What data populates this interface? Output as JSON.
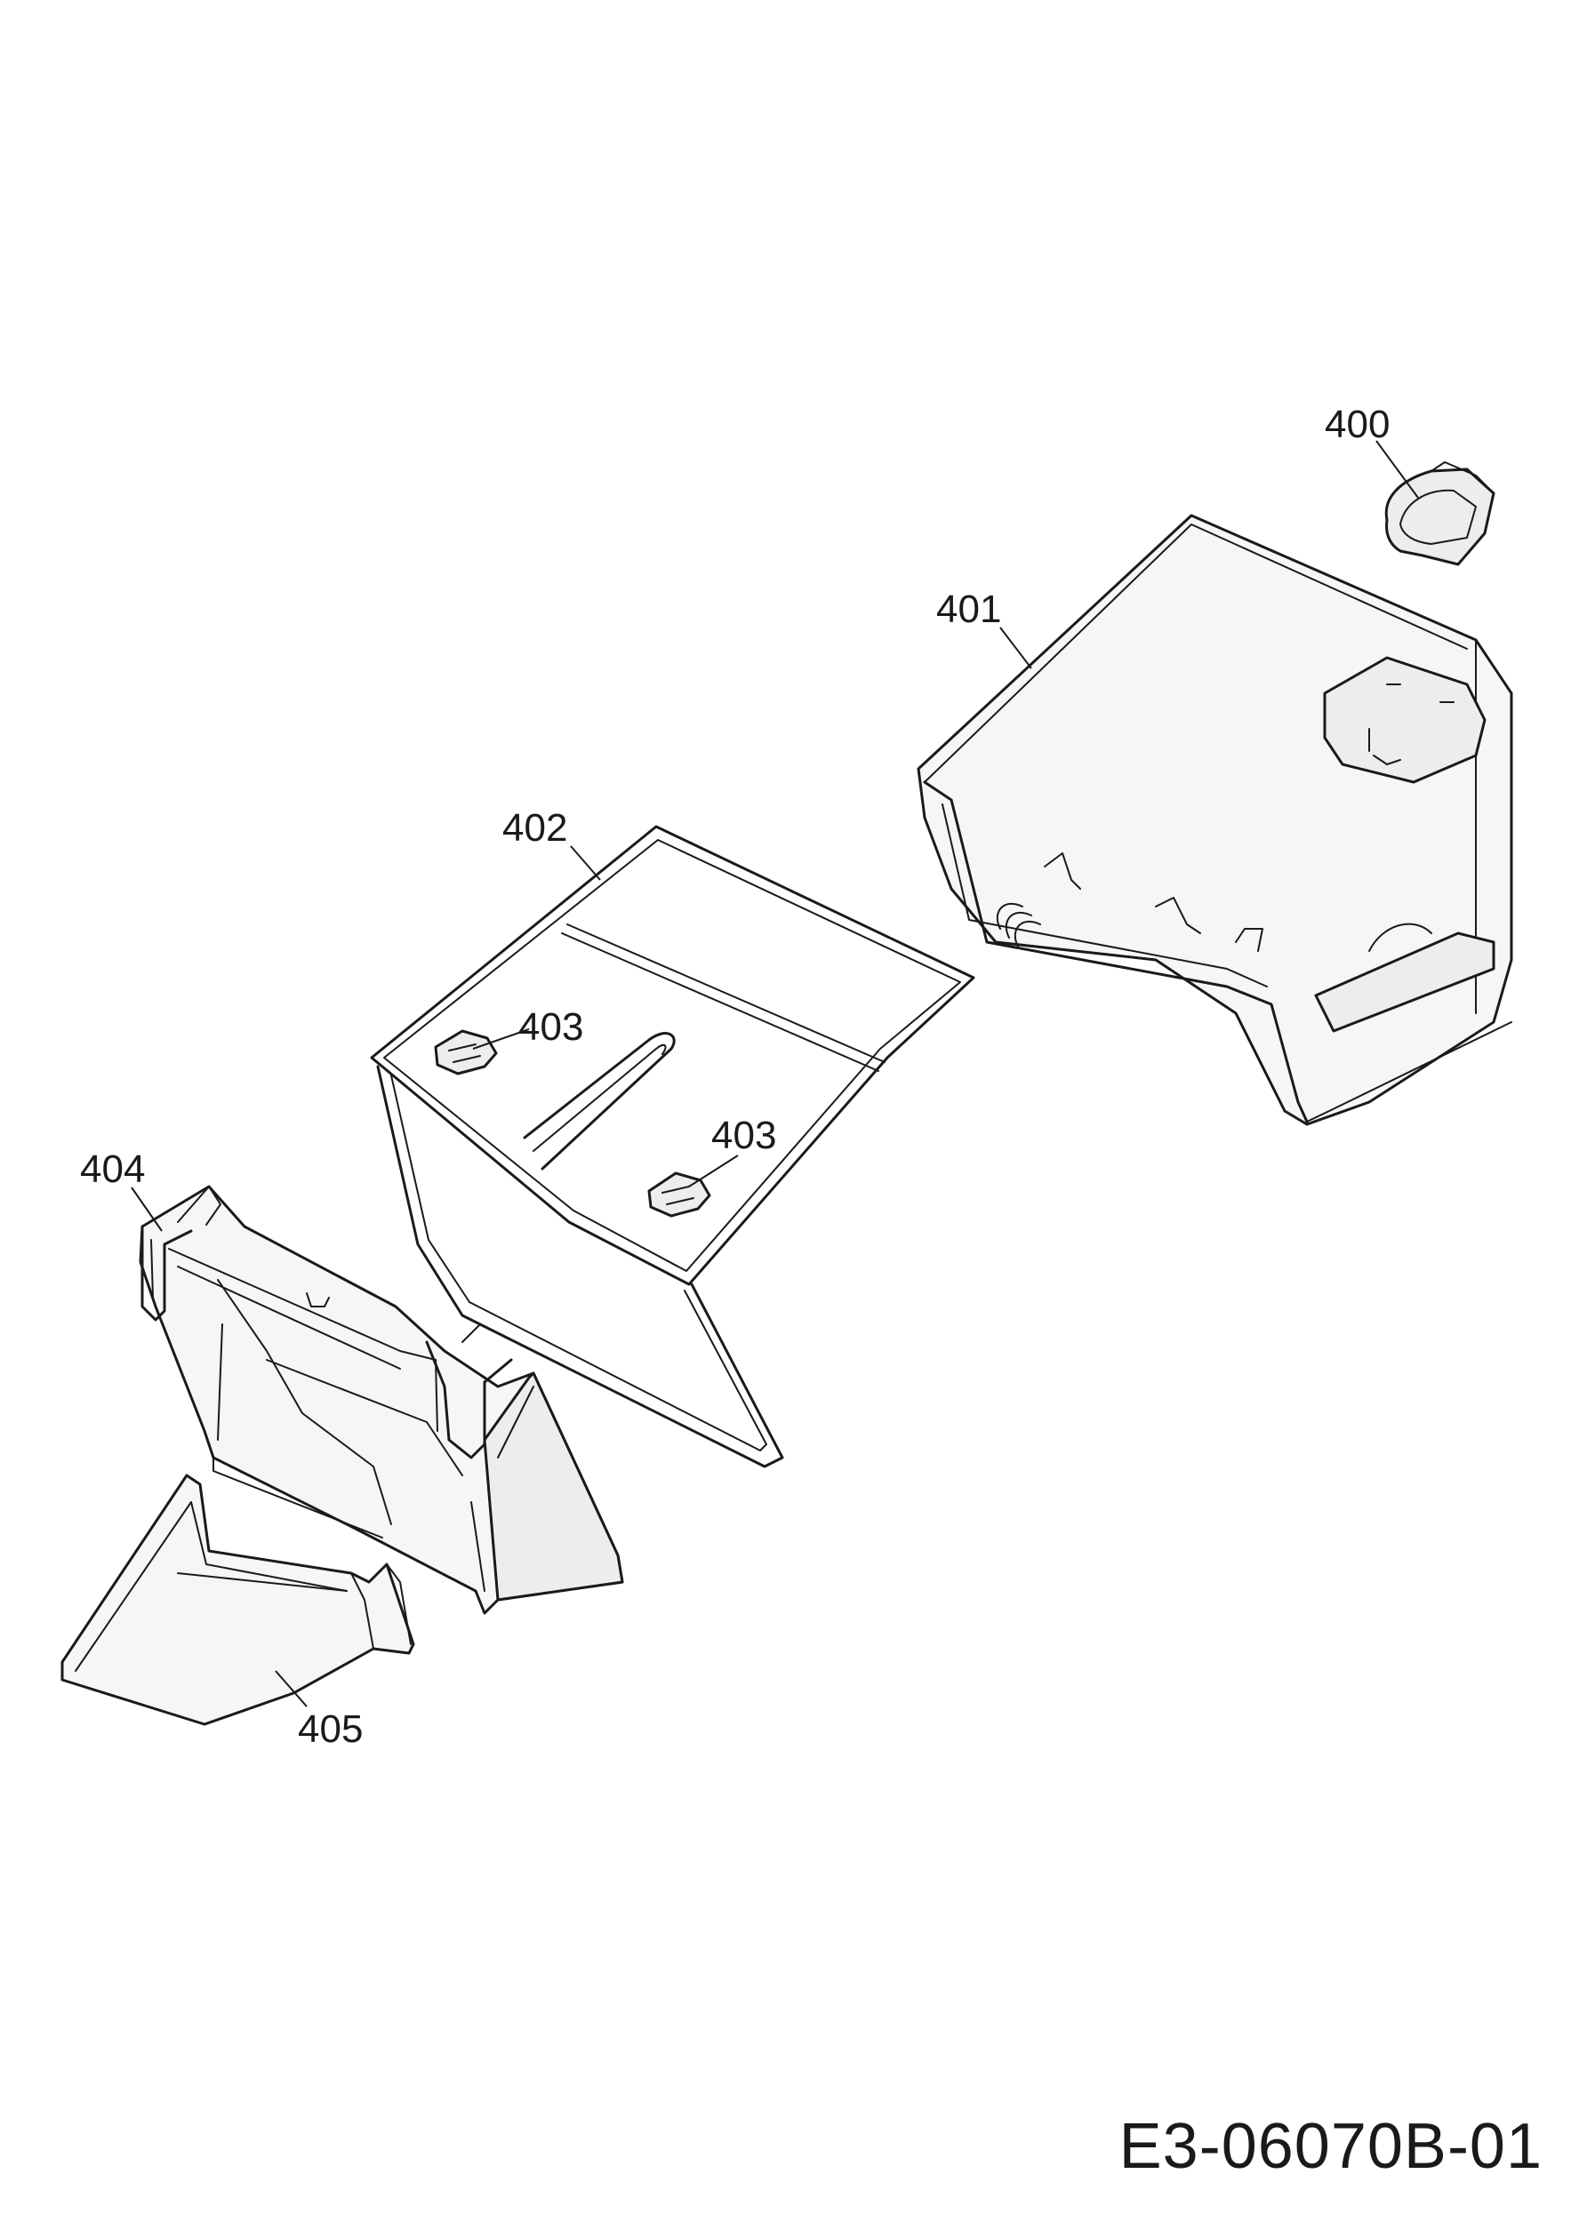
{
  "callouts": {
    "p400": "400",
    "p401": "401",
    "p402": "402",
    "p403a": "403",
    "p403b": "403",
    "p404": "404",
    "p405": "405"
  },
  "drawing_number": "E3-06070B-01"
}
